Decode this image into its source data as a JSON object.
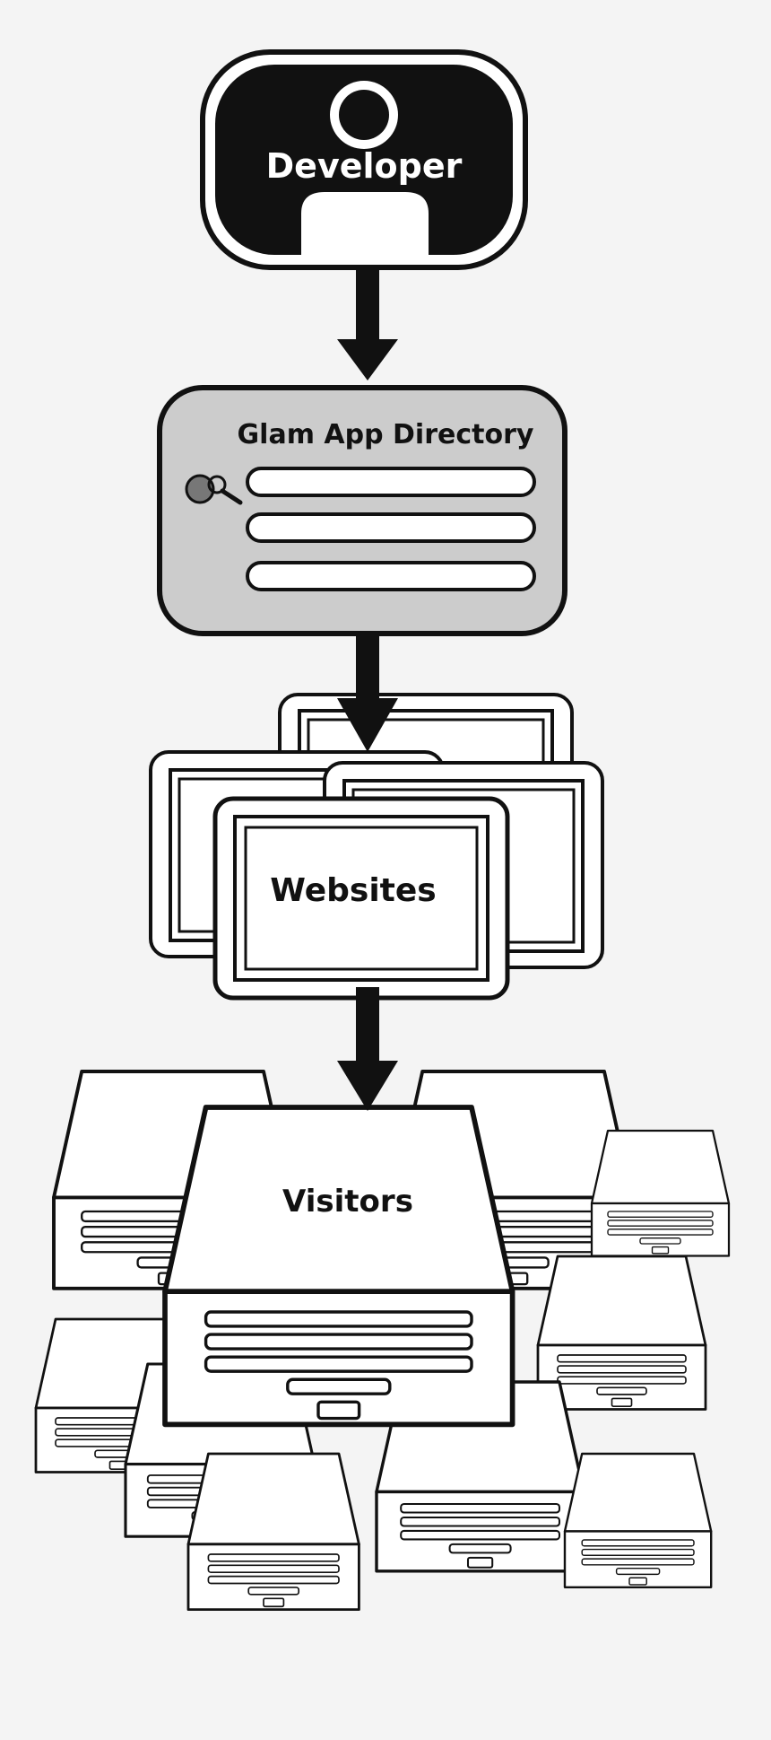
{
  "diagram": {
    "nodes": {
      "developer": {
        "label": "Developer"
      },
      "directory": {
        "label": "Glam App Directory"
      },
      "websites": {
        "label": "Websites"
      },
      "visitors": {
        "label": "Visitors"
      }
    },
    "edges": [
      {
        "from": "developer",
        "to": "directory"
      },
      {
        "from": "directory",
        "to": "websites"
      },
      {
        "from": "websites",
        "to": "visitors"
      }
    ],
    "colors": {
      "background": "#f4f4f4",
      "developer_fill": "#111111",
      "directory_fill": "#cccccc",
      "line": "#111111",
      "panel": "#ffffff"
    }
  }
}
